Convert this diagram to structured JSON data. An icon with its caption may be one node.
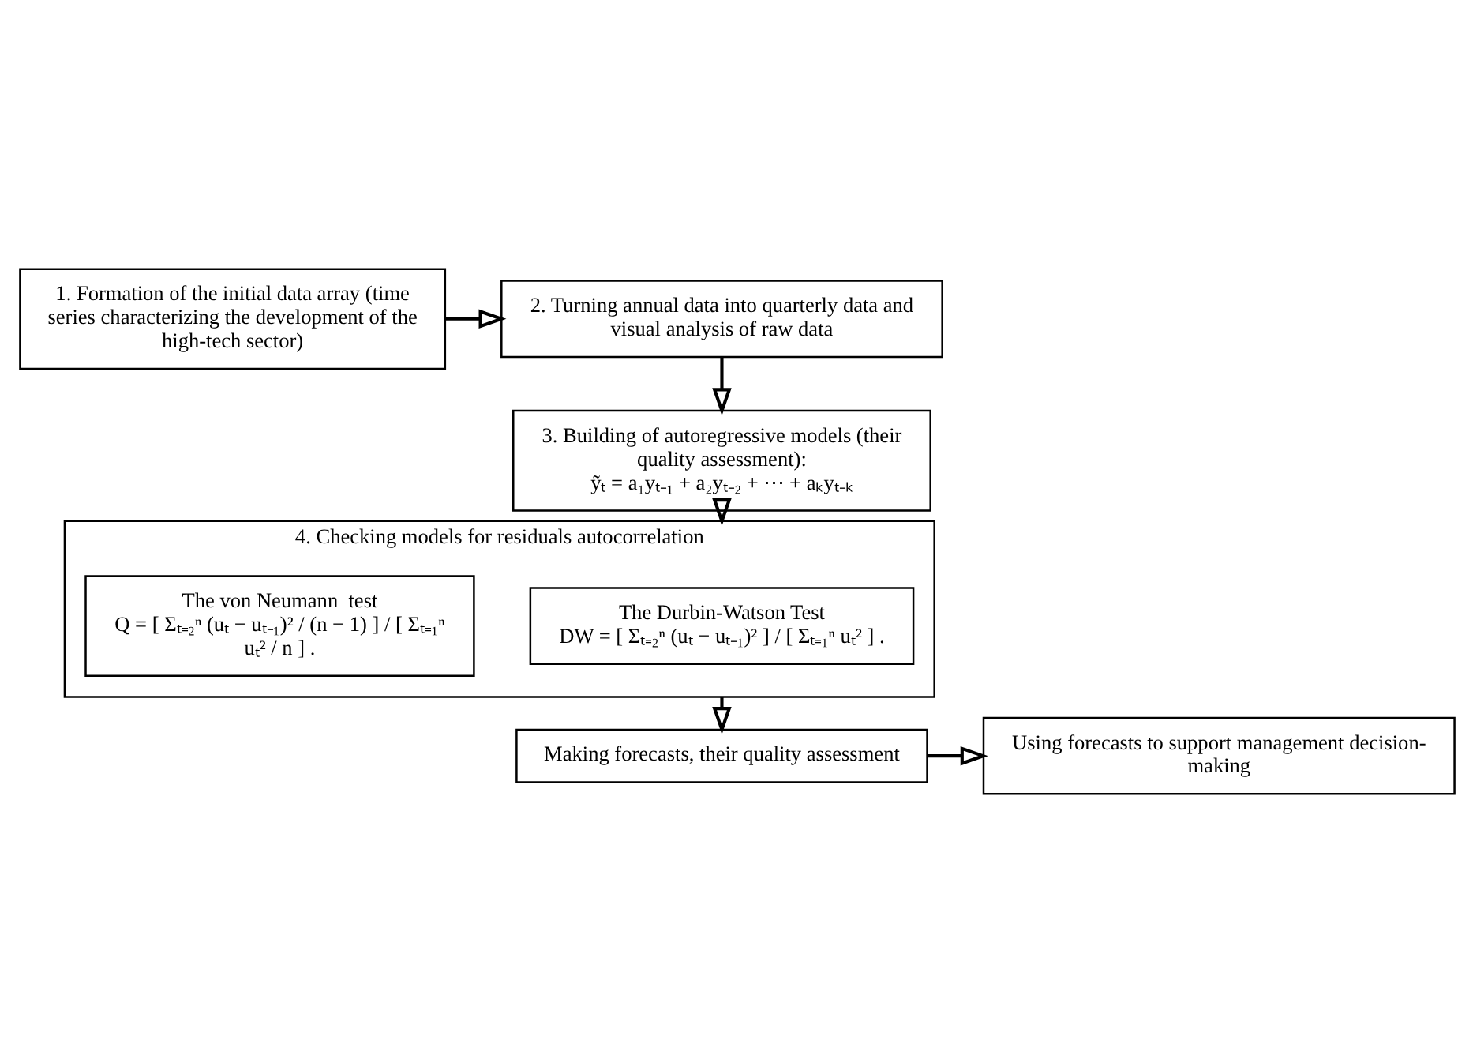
{
  "diagram": {
    "nodes": [
      {
        "text": [
          "1. Formation of the initial data array (time series characterizing the development of the high-tech sector)"
        ]
      },
      {
        "text": [
          "2. Turning annual data into quarterly data and visual analysis of raw data"
        ]
      },
      {
        "text": [
          "3. Building of autoregressive models (their quality assessment):",
          "ỹₜ = a₁yₜ₋₁ + a₂yₜ₋₂ + ⋯ + aₖyₜ₋ₖ"
        ]
      },
      {
        "text": [
          "4. Checking models for residuals autocorrelation"
        ]
      },
      {
        "text": [
          "The Durbin-Watson Test",
          "DW = [ Σₜ₌₂ⁿ (uₜ − uₜ₋₁)² ] / [ Σₜ₌₁ⁿ uₜ² ] ."
        ],
        "in": 3
      },
      {
        "text": [
          "The von Neumann  test",
          "Q = [ Σₜ₌₂ⁿ (uₜ − uₜ₋₁)² / (n − 1) ] / [ Σₜ₌₁ⁿ uₜ² / n ] ."
        ],
        "in": 3
      },
      {
        "text": [
          "Making forecasts, their quality assessment"
        ]
      },
      {
        "text": [
          "Using forecasts to support management decision-making"
        ]
      }
    ],
    "edges": [
      {
        "from": 0,
        "to": 1,
        "arrow": "to"
      },
      {
        "from": 1,
        "to": 2,
        "arrow": "to"
      },
      {
        "from": 2,
        "to": 3,
        "arrow": "to"
      },
      {
        "from": 3,
        "to": 6,
        "arrow": "to"
      },
      {
        "from": 6,
        "to": 7,
        "arrow": "to"
      }
    ]
  }
}
